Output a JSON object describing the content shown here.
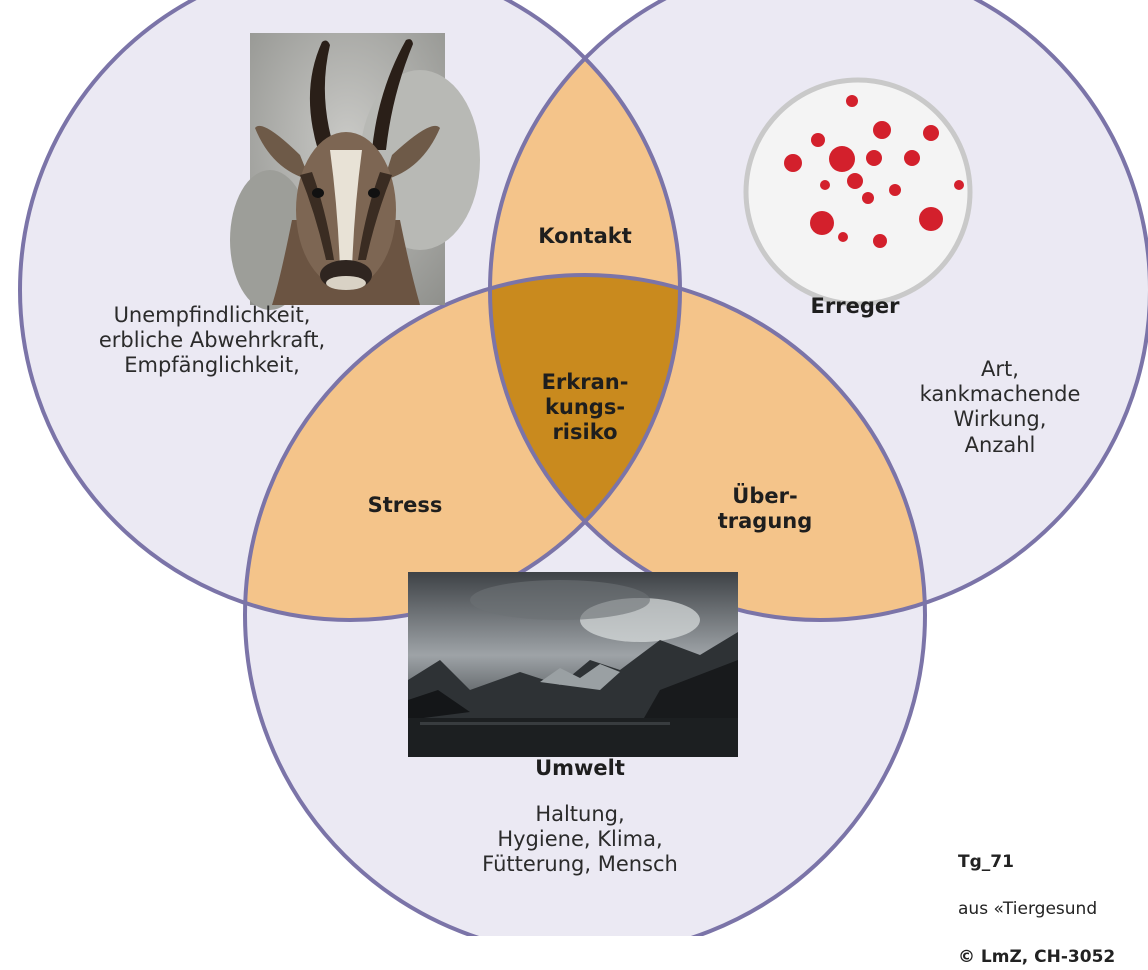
{
  "labels": {
    "kontakt": "Kontakt",
    "center": "Erkran-\nkungs-\nrisiko",
    "stress": "Stress",
    "uebertragung": "Über-\ntragung",
    "wirt_desc": "Unempfindlichkeit,\nerbliche Abwehrkraft,\nEmpfänglichkeit,",
    "erreger_title": "Erreger",
    "erreger_desc": "Art,\nkankmachende\nWirkung,\nAnzahl",
    "umwelt_title": "Umwelt",
    "umwelt_desc": "Haltung,\nHygiene, Klima,\nFütterung, Mensch"
  },
  "credit": {
    "code": "Tg_71",
    "line2": "aus «Tiergesund",
    "line3": "© LmZ, CH-3052"
  },
  "colors": {
    "circle_fill": "#ebe9f3",
    "circle_stroke": "#7b74a8",
    "overlap": "#f4c48a",
    "center": "#c98a1e",
    "dots": "#d3202c"
  },
  "icons": {
    "host_photo": "chamois-photo",
    "environment_photo": "mountain-lake-photo",
    "pathogen_icon": "petri-dish-icon"
  }
}
